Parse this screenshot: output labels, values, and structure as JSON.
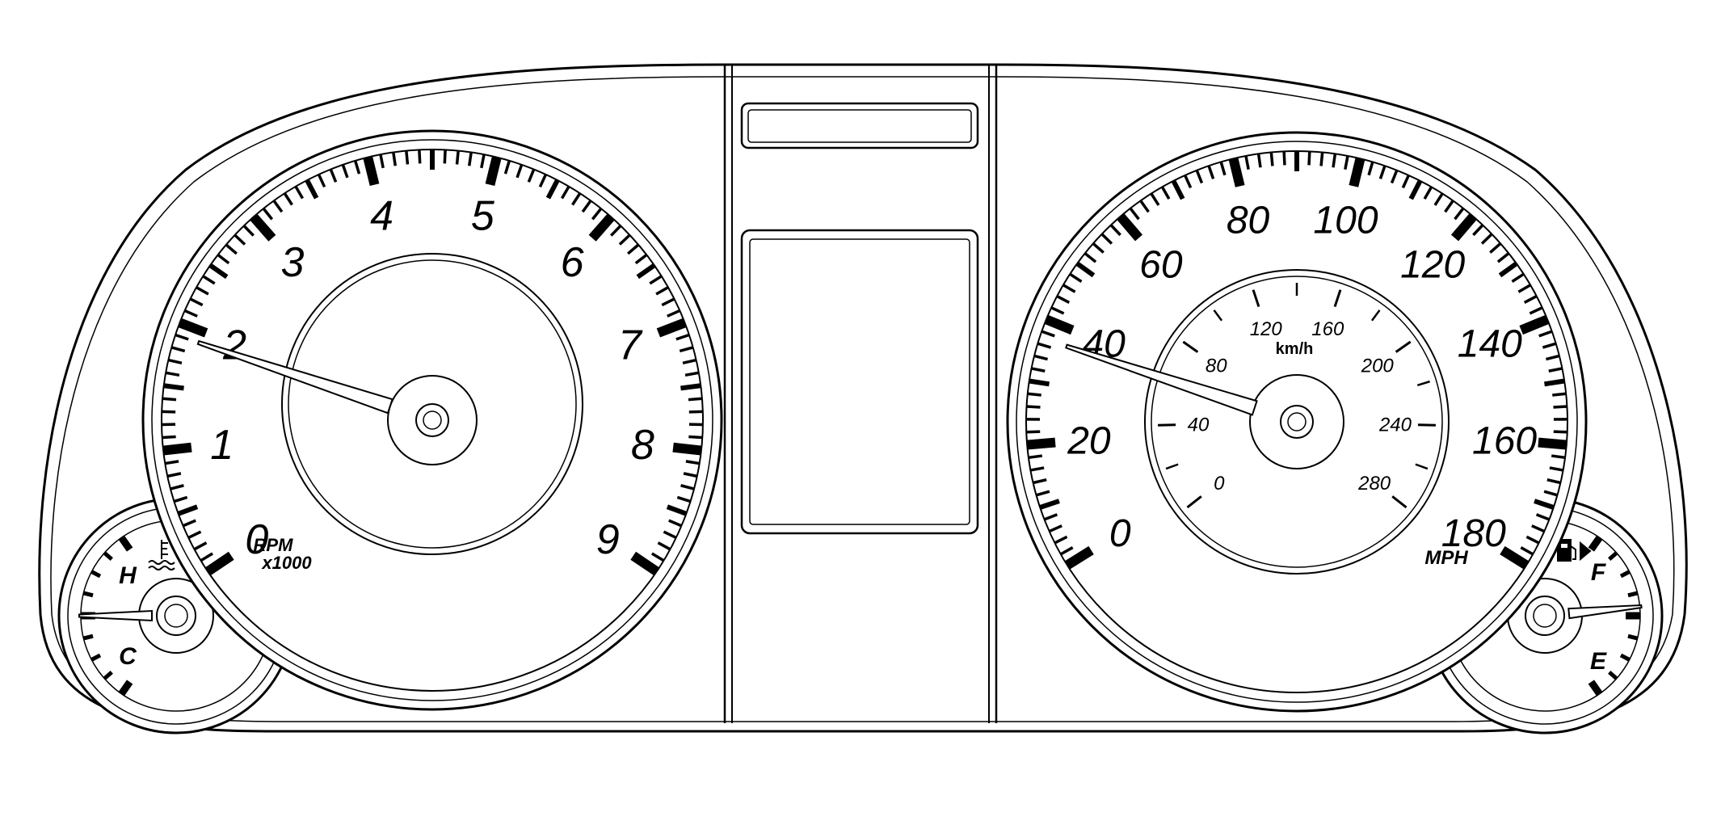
{
  "tachometer": {
    "labels": [
      "0",
      "1",
      "2",
      "3",
      "4",
      "5",
      "6",
      "7",
      "8",
      "9"
    ],
    "unit_line1": "RPM",
    "unit_line2": "x1000",
    "needle_value": 1.9
  },
  "speedometer": {
    "mph_labels": [
      "0",
      "20",
      "40",
      "60",
      "80",
      "100",
      "120",
      "140",
      "160",
      "180"
    ],
    "mph_unit": "MPH",
    "kmh_labels": [
      "0",
      "40",
      "80",
      "120",
      "160",
      "200",
      "240",
      "280"
    ],
    "kmh_unit": "km/h",
    "needle_value_mph": 37
  },
  "temperature_gauge": {
    "hot_label": "H",
    "cold_label": "C",
    "icon": "coolant-temperature-icon",
    "level": 0.5
  },
  "fuel_gauge": {
    "full_label": "F",
    "empty_label": "E",
    "icon": "fuel-pump-icon",
    "level": 0.55
  }
}
